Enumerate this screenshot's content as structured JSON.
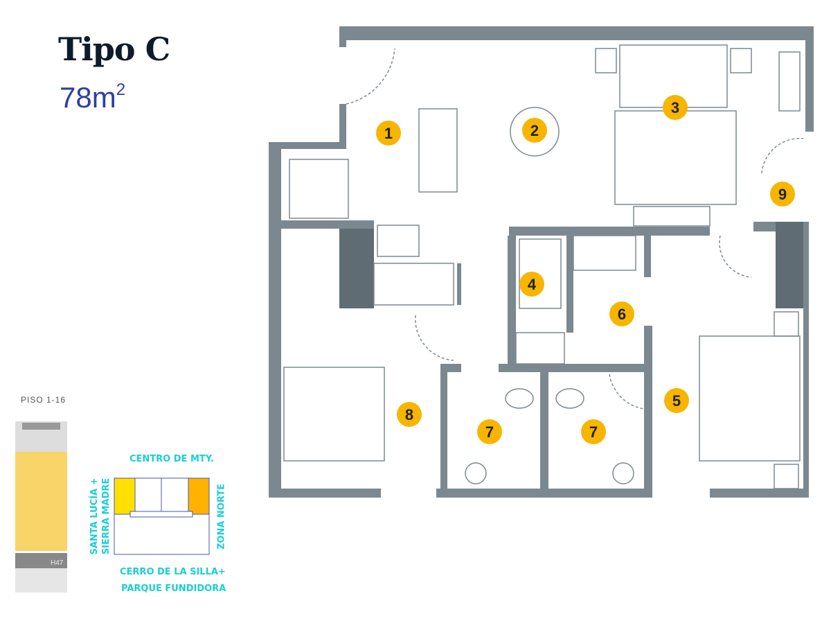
{
  "header": {
    "title": "Tipo C",
    "area_value": "78m",
    "area_unit_sup": "2"
  },
  "building": {
    "floors_label": "PISO 1-16",
    "tower_label": "H47"
  },
  "orientation": {
    "top": "CENTRO DE MTY.",
    "left_line1": "SANTA LUCÍA +",
    "left_line2": "SIERRA MADRE",
    "right": "ZONA NORTE",
    "bottom_line1": "CERRO DE LA SILLA+",
    "bottom_line2": "PARQUE FUNDIDORA"
  },
  "markers": [
    "1",
    "2",
    "3",
    "4",
    "5",
    "6",
    "7",
    "7",
    "8",
    "9"
  ],
  "colors": {
    "wall": "#7b8890",
    "marker": "#f7b500",
    "highlight_left": "#ffdf00",
    "highlight_right": "#ffb300",
    "compass_text": "#19cfd6",
    "title": "#0d1b2a",
    "area": "#2f3ea0"
  }
}
